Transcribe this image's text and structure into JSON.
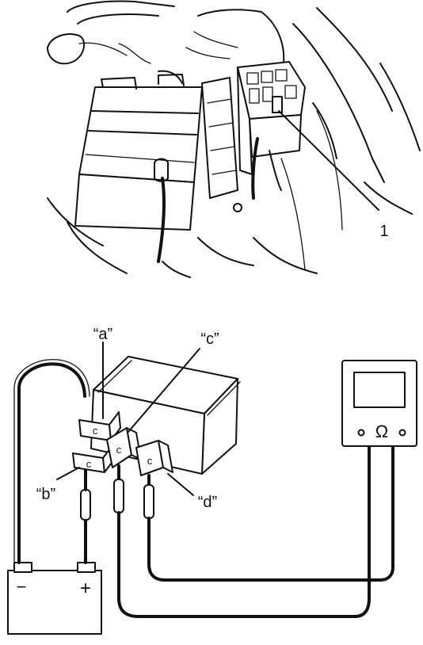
{
  "engine_bay": {
    "callout_label": "1"
  },
  "relay_test": {
    "terminal_labels": {
      "a": "“a”",
      "b": "“b”",
      "c": "“c”",
      "d": "“d”"
    },
    "terminal_marks": {
      "a": "c",
      "b": "c",
      "c": "c",
      "d": "c"
    },
    "ohmmeter_symbol": "Ω",
    "battery_negative": "−",
    "battery_positive": "+"
  }
}
